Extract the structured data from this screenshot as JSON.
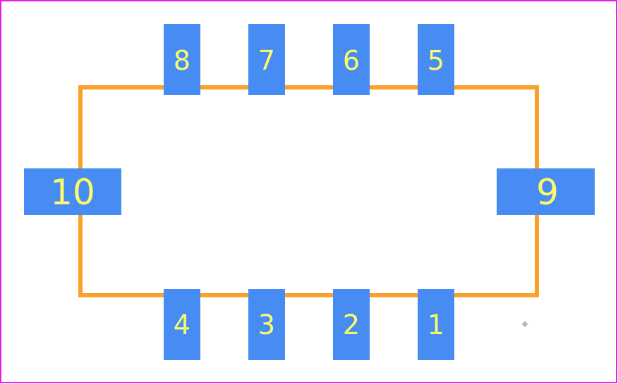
{
  "colors": {
    "background": "#ffffff",
    "board_outline": "#e81ee8",
    "silkscreen": "#f9a12b",
    "pad": "#478cf2",
    "pad_label": "#fdfd6a",
    "origin_marker": "#b4b4b4"
  },
  "pads": [
    {
      "id": "pad-1",
      "label": "1"
    },
    {
      "id": "pad-2",
      "label": "2"
    },
    {
      "id": "pad-3",
      "label": "3"
    },
    {
      "id": "pad-4",
      "label": "4"
    },
    {
      "id": "pad-5",
      "label": "5"
    },
    {
      "id": "pad-6",
      "label": "6"
    },
    {
      "id": "pad-7",
      "label": "7"
    },
    {
      "id": "pad-8",
      "label": "8"
    },
    {
      "id": "pad-9",
      "label": "9"
    },
    {
      "id": "pad-10",
      "label": "10"
    }
  ]
}
